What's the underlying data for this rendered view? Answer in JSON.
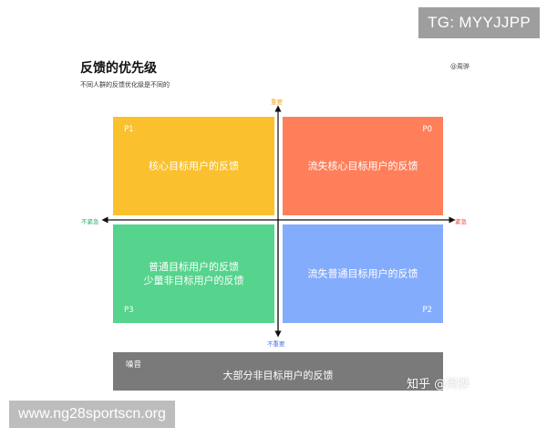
{
  "header": {
    "title": "反馈的优先级",
    "subtitle": "不同人群的反馈优化级是不同的",
    "author": "@周骅"
  },
  "badge": {
    "text": "TG: MYYJJPP"
  },
  "axes": {
    "top_label": "重要",
    "bottom_label": "不重要",
    "left_label": "不紧急",
    "right_label": "紧急",
    "colors": {
      "top": "#f5a623",
      "bottom": "#4a73e8",
      "left": "#27ae60",
      "right": "#e74c3c",
      "line": "#111111"
    }
  },
  "quadrants": {
    "p1": {
      "tag": "P1",
      "line1": "核心目标用户的反馈",
      "line2": "",
      "color": "#fbc02d"
    },
    "p0": {
      "tag": "P0",
      "line1": "流失核心目标用户的反馈",
      "line2": "",
      "color": "#ff7f5a"
    },
    "p3": {
      "tag": "P3",
      "line1": "普通目标用户的反馈",
      "line2": "少量非目标用户的反馈",
      "color": "#56d38c"
    },
    "p2": {
      "tag": "P2",
      "line1": "流失普通目标用户的反馈",
      "line2": "",
      "color": "#84acfd"
    }
  },
  "noise": {
    "tag": "噪音",
    "text": "大部分非目标用户的反馈",
    "color": "#7a7a7a"
  },
  "watermarks": {
    "site": "www.ng28sportscn.org",
    "zhihu": "知乎 @周骅"
  }
}
